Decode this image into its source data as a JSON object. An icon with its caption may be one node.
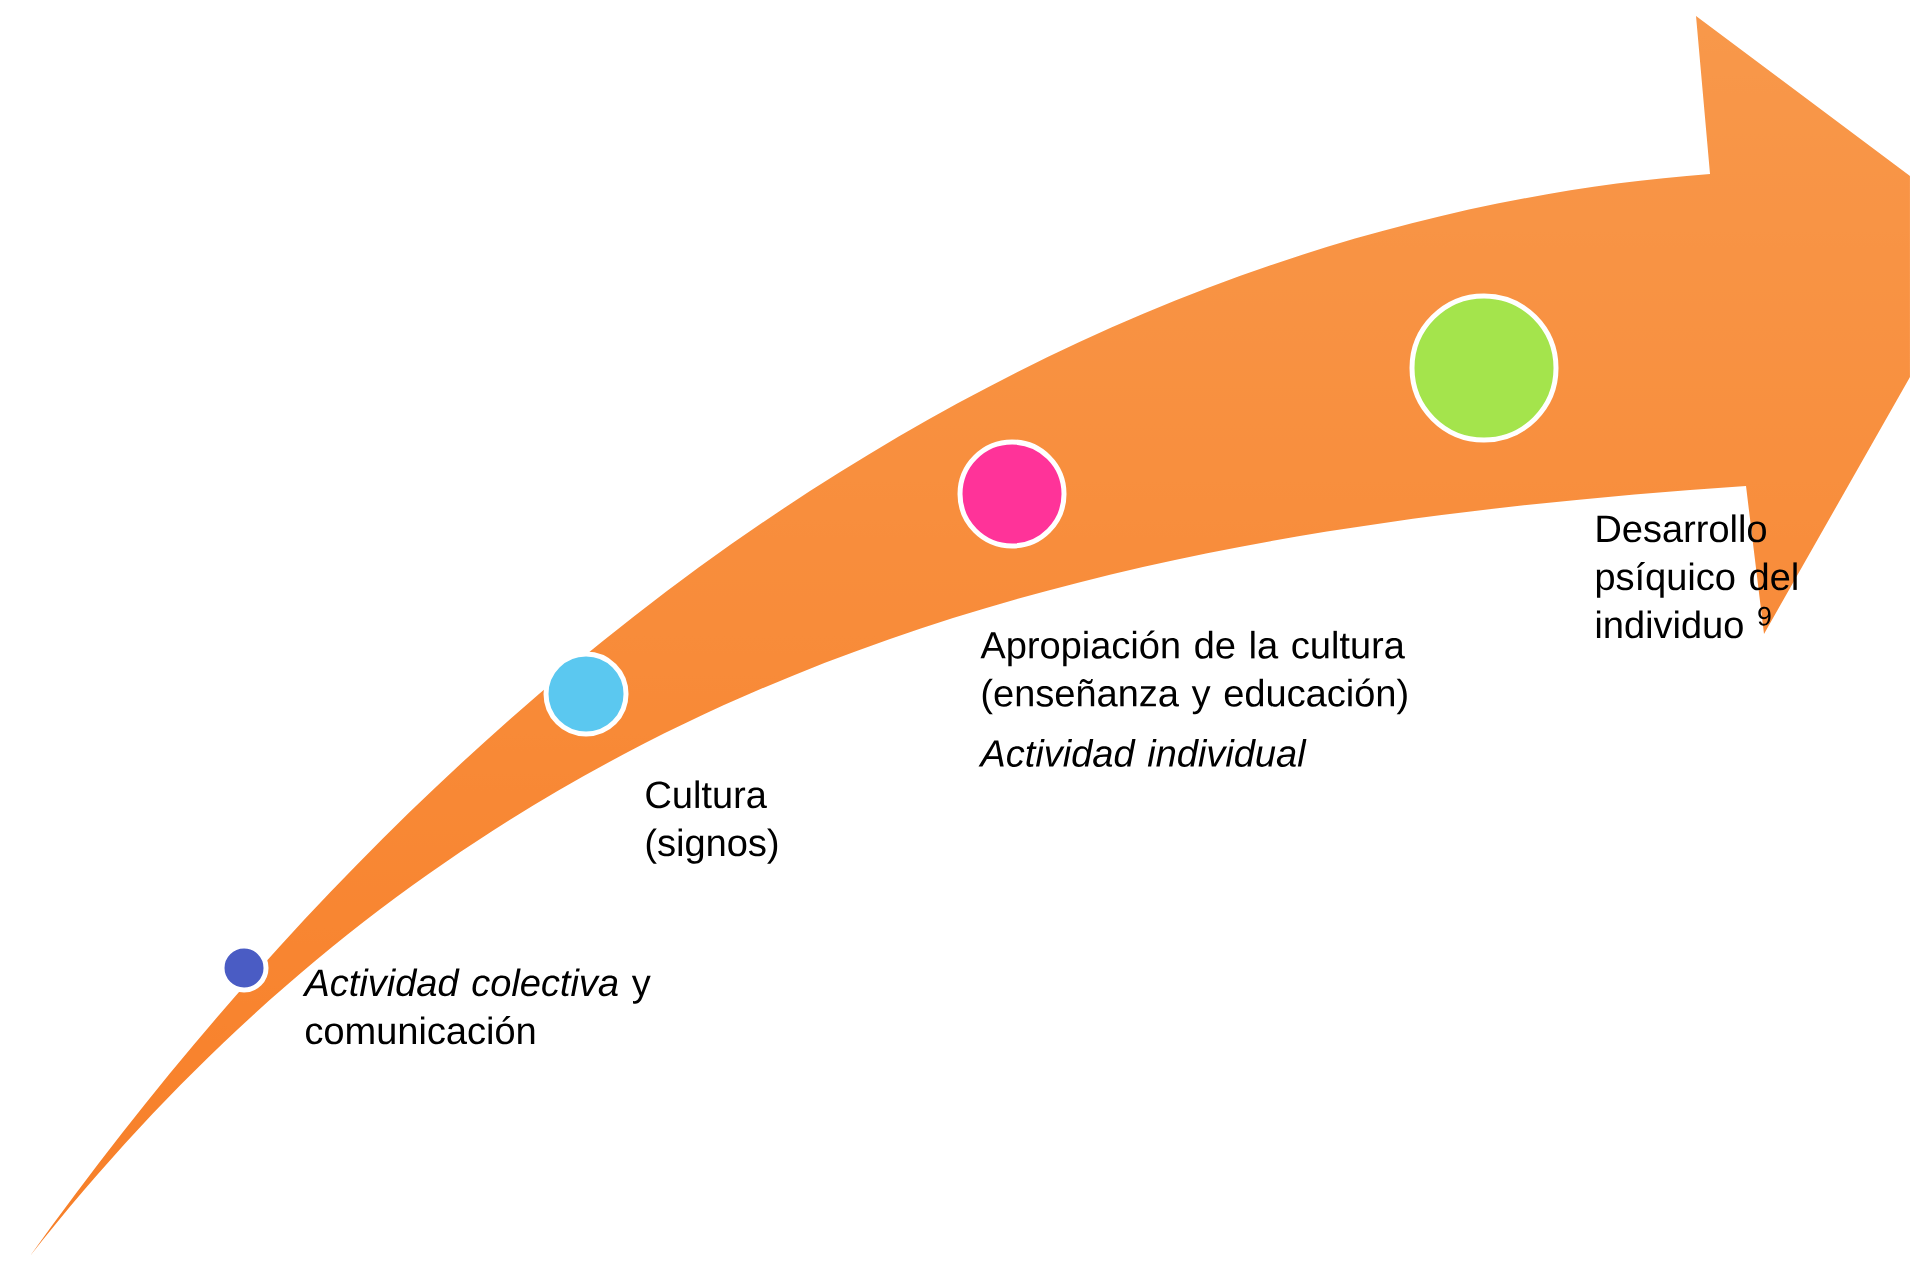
{
  "diagram": {
    "nodes": [
      {
        "text": [],
        "shape": "circle",
        "beside": [
          "*Actividad colectiva* y comunicación"
        ]
      },
      {
        "text": [],
        "shape": "circle",
        "beside": [
          "Cultura (signos)"
        ]
      },
      {
        "text": [],
        "shape": "circle",
        "beside": [
          "Apropiación de la cultura (enseñanza y educación)",
          "Actividad individual"
        ]
      },
      {
        "text": [],
        "shape": "circle"
      }
    ],
    "labels": [
      "Desarrollo psíquico del individuo $^{9}$"
    ]
  }
}
